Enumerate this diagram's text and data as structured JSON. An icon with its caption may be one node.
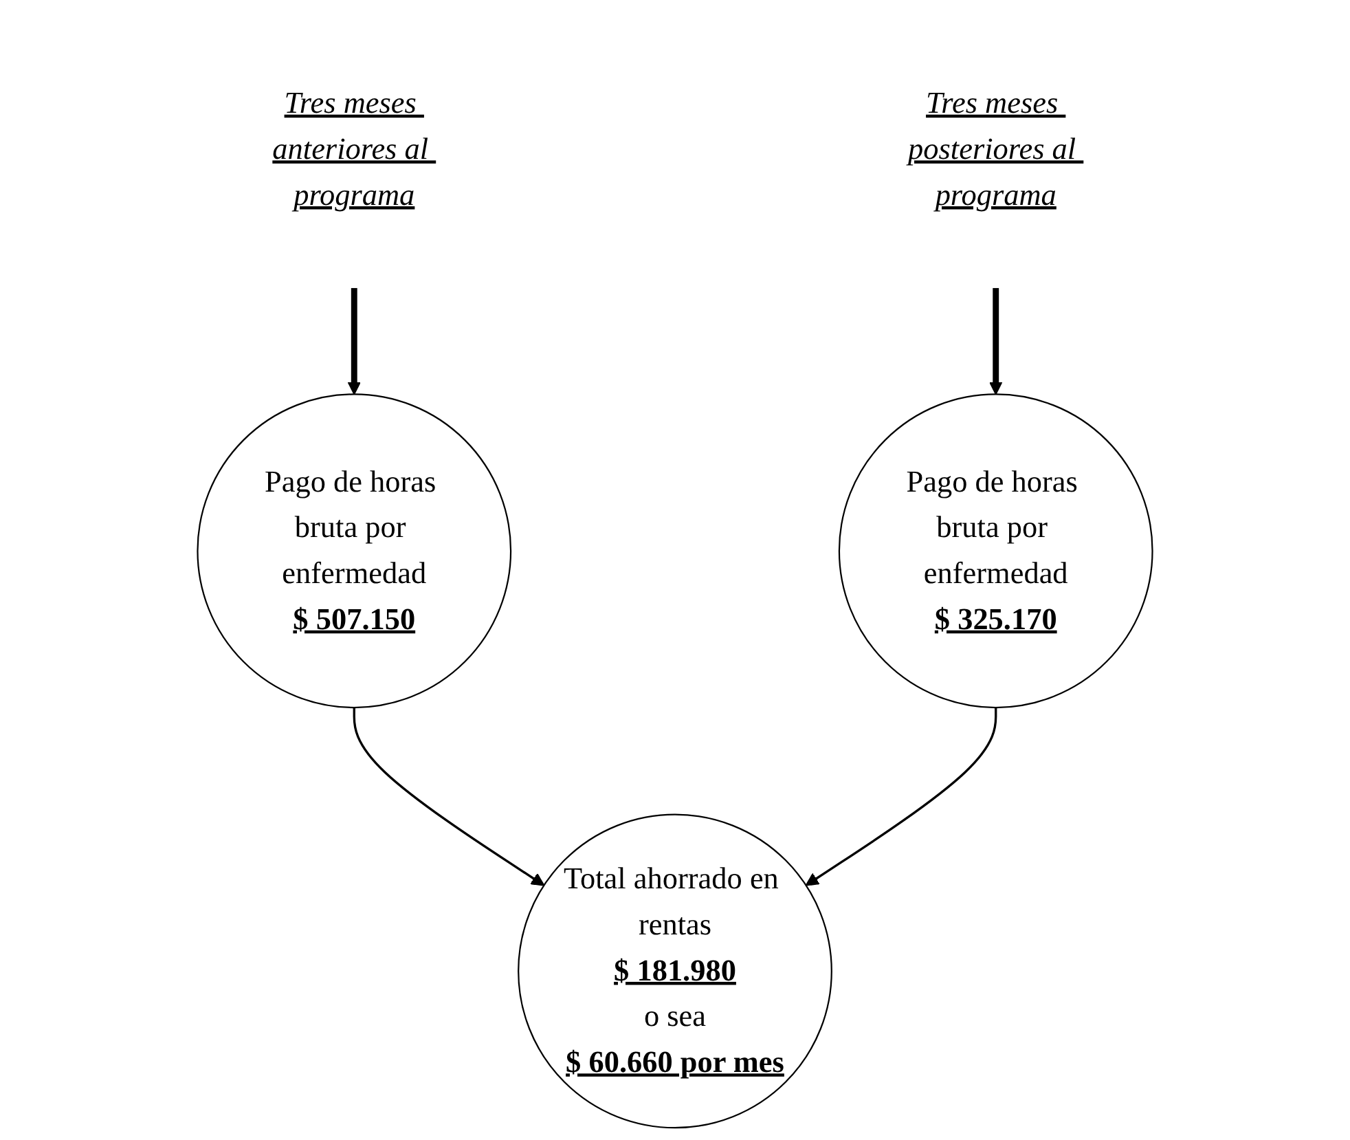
{
  "diagram": {
    "nodes": [
      {
        "text": [
          "Tres meses anteriores al programa"
        ]
      },
      {
        "text": [
          "Tres meses posteriores al programa"
        ]
      },
      {
        "text": [
          "Pago de horas bruta por enfermedad",
          "$ 507.150"
        ]
      },
      {
        "text": [
          "Pago de horas bruta por enfermedad",
          "$ 325.170"
        ]
      },
      {
        "text": [
          "Total ahorrado en rentas",
          "$ 181.980",
          "o sea",
          "$ 60.660 por mes"
        ]
      }
    ],
    "edges": [
      {
        "from": 0,
        "to": 2,
        "arrow": "to",
        "style": "thick"
      },
      {
        "from": 1,
        "to": 3,
        "arrow": "to",
        "style": "thick"
      },
      {
        "from": 2,
        "to": 4,
        "arrow": "to"
      },
      {
        "from": 3,
        "to": 4,
        "arrow": "to"
      }
    ]
  }
}
